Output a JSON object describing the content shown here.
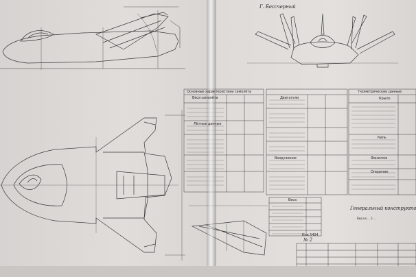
{
  "signature_top": "Г. Бессчерный",
  "general_designer_note": "Генеральный конструктор - Д.",
  "sheet_label": "Инв 5404",
  "sheet_number": "№ 2",
  "scale_note": "Вид на ... 1:...",
  "table_main_header": "Основные характеристики самолёта",
  "weight_section_title": "Веса самолёта",
  "engines_section_title": "Двигатели",
  "geometry_header": "Геометрические данные",
  "wing_label": "Крыло",
  "fin_label": "Киль",
  "fuselage_label": "Фюзеляж",
  "tail_label": "Оперение",
  "flight_data_label": "Лётные данные",
  "combat_data_label": "Вооружение",
  "stand_title": "Веса",
  "ink_color": "#333333",
  "paper_color": "#e0ddda"
}
